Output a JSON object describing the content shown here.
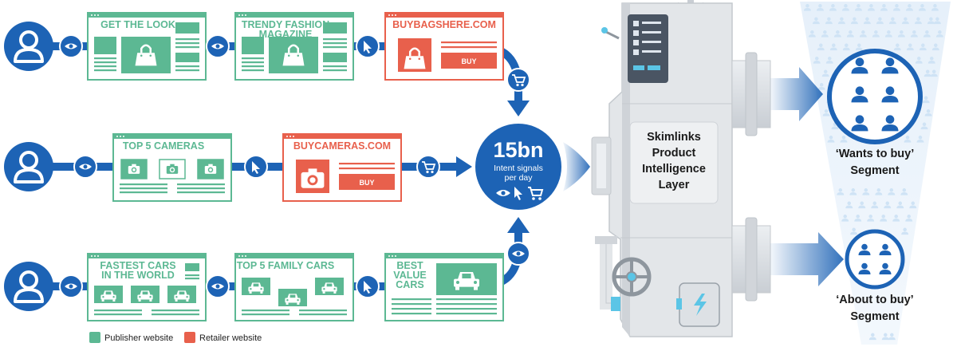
{
  "publisher_color": "#5cb893",
  "retailer_color": "#e8604c",
  "flow_color": "#1d63b5",
  "rows": [
    {
      "steps": [
        {
          "kind": "publisher",
          "title": "GET THE LOOK",
          "icon": "bag-icon"
        },
        {
          "kind": "publisher",
          "title": "TRENDY FASHION MAGAZINE",
          "title_lines": [
            "TRENDY FASHION",
            "MAGAZINE"
          ],
          "icon": "bag-icon"
        },
        {
          "kind": "retailer",
          "title": "BUYBAGSHERE.COM",
          "button": "BUY",
          "icon": "bag-icon"
        }
      ]
    },
    {
      "steps": [
        {
          "kind": "publisher",
          "title": "TOP 5 CAMERAS",
          "icon": "camera-icon"
        },
        {
          "kind": "retailer",
          "title": "BUYCAMERAS.COM",
          "button": "BUY",
          "icon": "camera-icon"
        }
      ]
    },
    {
      "steps": [
        {
          "kind": "publisher",
          "title": "FASTEST CARS IN THE WORLD",
          "title_lines": [
            "FASTEST CARS",
            "IN THE WORLD"
          ],
          "icon": "car-icon"
        },
        {
          "kind": "publisher",
          "title": "TOP 5 FAMILY CARS",
          "icon": "car-icon"
        },
        {
          "kind": "publisher",
          "title": "BEST VALUE CARS",
          "title_lines": [
            "BEST",
            "VALUE",
            "CARS"
          ],
          "icon": "car-icon"
        }
      ]
    }
  ],
  "hub": {
    "value": "15bn",
    "caption_lines": [
      "Intent signals",
      "per day"
    ]
  },
  "machine": {
    "label_lines": [
      "Skimlinks",
      "Product",
      "Intelligence",
      "Layer"
    ]
  },
  "segments": [
    {
      "label_lines": [
        "‘Wants to buy’",
        "Segment"
      ]
    },
    {
      "label_lines": [
        "‘About to buy’",
        "Segment"
      ]
    }
  ],
  "legend": [
    {
      "label": "Publisher website",
      "color": "#5cb893"
    },
    {
      "label": "Retailer website",
      "color": "#e8604c"
    }
  ]
}
